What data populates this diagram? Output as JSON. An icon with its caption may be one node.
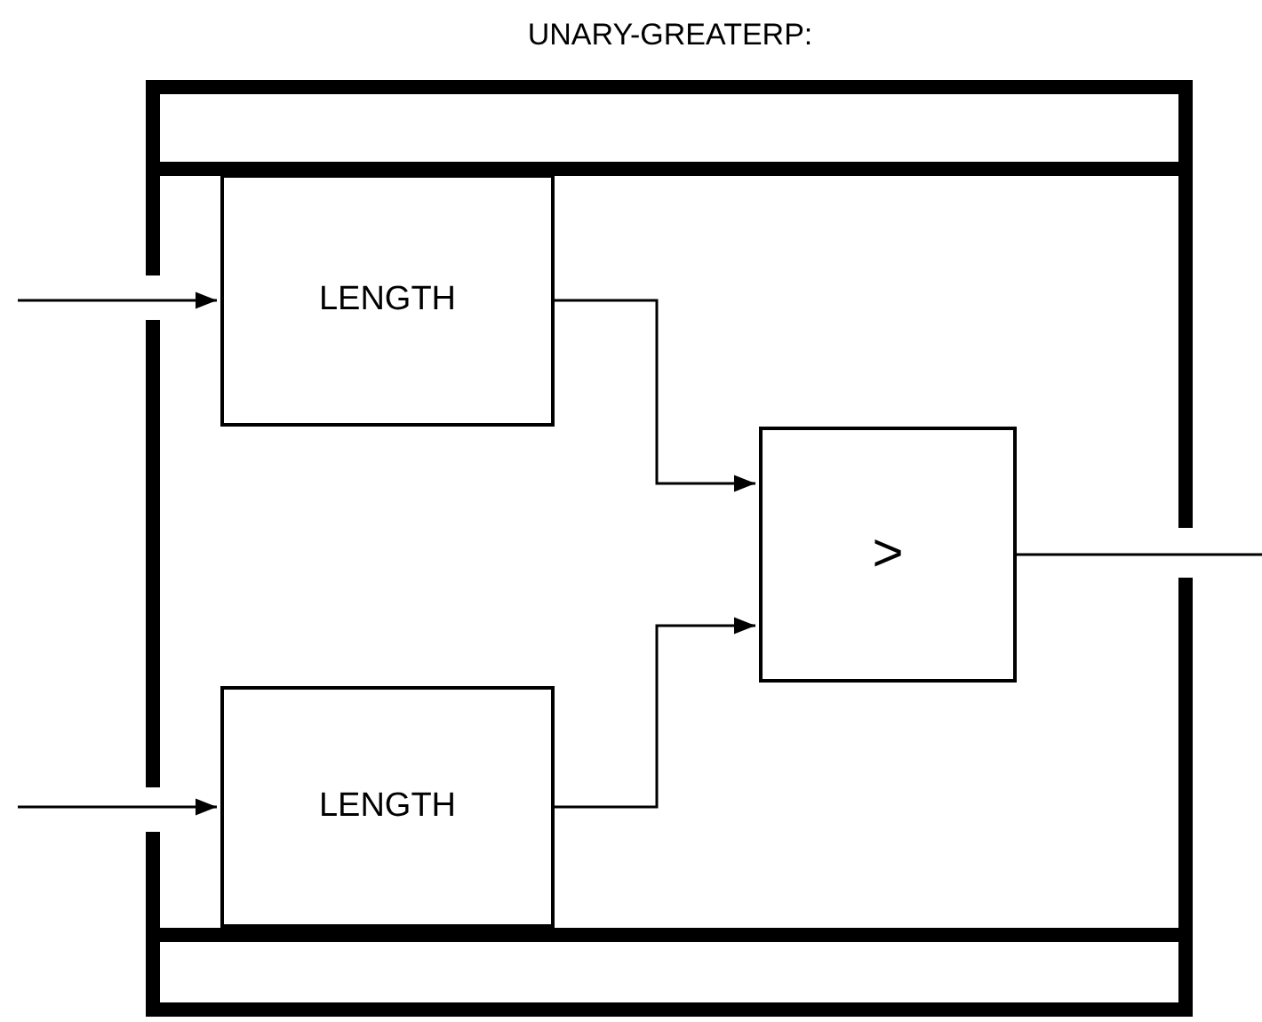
{
  "diagram": {
    "nodes": [
      {
        "text": [
          "UNARY-GREATERP:"
        ]
      },
      {
        "text": [],
        "shape": "bar",
        "in": 0
      },
      {
        "text": [
          "LENGTH"
        ],
        "in": 0
      },
      {
        "text": [
          "LENGTH"
        ],
        "in": 0
      },
      {
        "text": [
          ">"
        ],
        "in": 0
      },
      {
        "text": [],
        "shape": "bar",
        "in": 0
      }
    ],
    "edges": [
      {
        "from": null,
        "to": 2,
        "arrow": "to"
      },
      {
        "from": null,
        "to": 3,
        "arrow": "to"
      },
      {
        "from": 2,
        "to": 4,
        "arrow": "to"
      },
      {
        "from": 3,
        "to": 4,
        "arrow": "to"
      },
      {
        "from": 4,
        "to": null,
        "arrow": "none"
      }
    ]
  }
}
